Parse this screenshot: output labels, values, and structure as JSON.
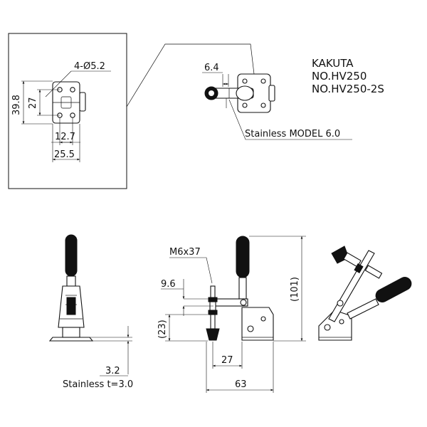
{
  "title": {
    "maker": "KAKUTA",
    "model_1": "NO.HV250",
    "model_2": "NO.HV250-2S"
  },
  "detail": {
    "hole_callout": "4-Ø5.2",
    "dim_height_total": "39.8",
    "dim_height_holes": "27",
    "dim_width_holes": "12.7",
    "dim_width_total": "25.5"
  },
  "plan": {
    "dim_arm_width": "6.4",
    "stainless_note": "Stainless MODEL 6.0"
  },
  "front": {
    "dim_plate": "3.2",
    "stainless_note": "Stainless t=3.0"
  },
  "side": {
    "thread_callout": "M6x37",
    "dim_arm_thickness": "9.6",
    "dim_height_open": "(23)",
    "dim_height_total": "(101)",
    "dim_spindle_offset": "27",
    "dim_length_total": "63"
  }
}
